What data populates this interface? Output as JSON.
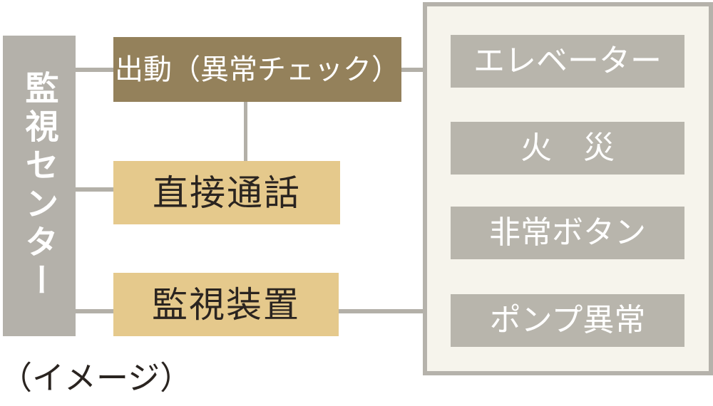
{
  "diagram_title": "monitoring-center-security-flow",
  "monitoring_center": {
    "label": "監視センター"
  },
  "flow_boxes": [
    {
      "id": "dispatch",
      "label": "出動（異常チェック）"
    },
    {
      "id": "direct-call",
      "label": "直接通話"
    },
    {
      "id": "monitoring-device",
      "label": "監視装置"
    }
  ],
  "alarm_panel": {
    "items": [
      {
        "label": "エレベーター"
      },
      {
        "label": "火　災"
      },
      {
        "label": "非常ボタン"
      },
      {
        "label": "ポンプ異常"
      }
    ]
  },
  "caption": "（イメージ）",
  "colors": {
    "center_box": "#b4b1aa",
    "dispatch_box": "#94815b",
    "tan_box": "#e5c98c",
    "panel_background": "#f6f4ec",
    "panel_border": "#b5b2ab",
    "alarm_box": "#b8b5ac",
    "connector": "#b3b0a8",
    "dark_text": "#2a2420",
    "light_text": "#ffffff"
  }
}
